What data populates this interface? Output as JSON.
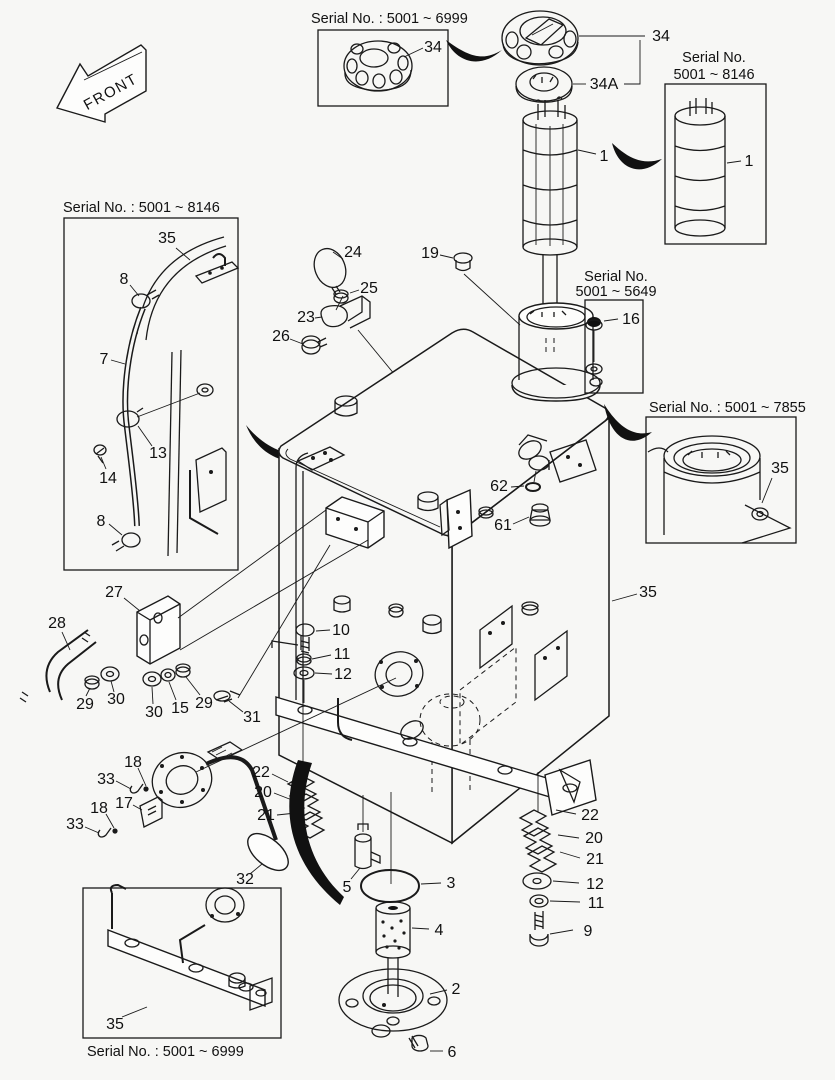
{
  "front_arrow": {
    "label": "FRONT"
  },
  "serial_boxes": {
    "cap_old": {
      "caption": "Serial No. : 5001 ~ 6999"
    },
    "strainer_new": {
      "caption_line1": "Serial No.",
      "caption_line2": "5001 ~ 8146"
    },
    "hose_kit": {
      "caption": "Serial No. : 5001 ~ 8146"
    },
    "plug16": {
      "caption_line1": "Serial No.",
      "caption_line2": "5001 ~ 5649"
    },
    "filler_neck": {
      "caption": "Serial No. : 5001 ~ 7855"
    },
    "bracket_old": {
      "caption": "Serial No. : 5001 ~ 6999"
    }
  },
  "callouts": {
    "c34_box": "34",
    "c34": "34",
    "c34a": "34A",
    "c1": "1",
    "c1_box": "1",
    "c35_hose_box": "35",
    "c8_upper": "8",
    "c7": "7",
    "c13": "13",
    "c14": "14",
    "c8_lower": "8",
    "c24": "24",
    "c25": "25",
    "c23": "23",
    "c26": "26",
    "c19": "19",
    "c16": "16",
    "c35_neck_box": "35",
    "c62": "62",
    "c61": "61",
    "c35_tank": "35",
    "c27": "27",
    "c28": "28",
    "c29_left": "29",
    "c30_left": "30",
    "c30_right": "30",
    "c15": "15",
    "c29_right": "29",
    "c31": "31",
    "c10": "10",
    "c11_mid": "11",
    "c12_mid": "12",
    "c18_upper": "18",
    "c33_upper": "33",
    "c17": "17",
    "c18_lower": "18",
    "c33_lower": "33",
    "c32": "32",
    "c22_left": "22",
    "c20_left": "20",
    "c21_left": "21",
    "c5": "5",
    "c3": "3",
    "c4": "4",
    "c2": "2",
    "c6": "6",
    "c22_right": "22",
    "c20_right": "20",
    "c21_right": "21",
    "c12_right": "12",
    "c11_right": "11",
    "c9": "9",
    "c35_bracket_box": "35"
  }
}
